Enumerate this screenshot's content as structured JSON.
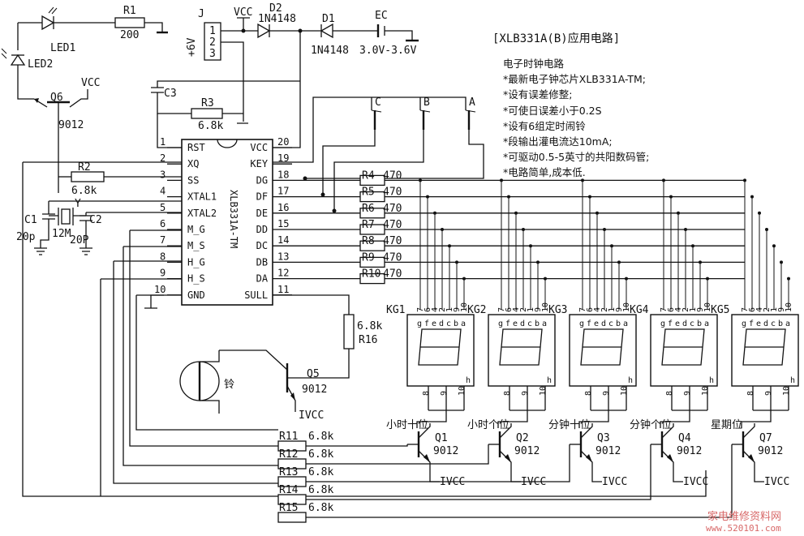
{
  "circuit_title": "[XLB331A(B)应用电路]",
  "notes": {
    "heading": "电子时钟电路",
    "bullets": [
      "*最新电子钟芯片XLB331A-TM;",
      "*设有误差修整;",
      "*可使日误差小于0.2S",
      "*设有6组定时闹铃",
      "*段输出灌电流达10mA;",
      "*可驱动0.5-5英寸的共阳数码管;",
      "*电路简单,成本低."
    ]
  },
  "chip": {
    "part": "XLB331A-TM",
    "left_pins": [
      {
        "num": "1",
        "name": "RST"
      },
      {
        "num": "2",
        "name": "XQ"
      },
      {
        "num": "3",
        "name": "SS"
      },
      {
        "num": "4",
        "name": "XTAL1"
      },
      {
        "num": "5",
        "name": "XTAL2"
      },
      {
        "num": "6",
        "name": "M_G"
      },
      {
        "num": "7",
        "name": "M_S"
      },
      {
        "num": "8",
        "name": "H_G"
      },
      {
        "num": "9",
        "name": "H_S"
      },
      {
        "num": "10",
        "name": "GND"
      }
    ],
    "right_pins": [
      {
        "num": "20",
        "name": "VCC"
      },
      {
        "num": "19",
        "name": "KEY"
      },
      {
        "num": "18",
        "name": "DG"
      },
      {
        "num": "17",
        "name": "DF"
      },
      {
        "num": "16",
        "name": "DE"
      },
      {
        "num": "15",
        "name": "DD"
      },
      {
        "num": "14",
        "name": "DC"
      },
      {
        "num": "13",
        "name": "DB"
      },
      {
        "num": "12",
        "name": "DA"
      },
      {
        "num": "11",
        "name": "SULL"
      }
    ]
  },
  "components": {
    "LED1": "LED1",
    "LED2": "LED2",
    "R1": {
      "ref": "R1",
      "value": "200"
    },
    "J": {
      "ref": "J",
      "supply": "+6V",
      "pins": [
        "1",
        "2",
        "3"
      ]
    },
    "VCC": "VCC",
    "D2": {
      "ref": "D2",
      "part": "1N4148"
    },
    "D1": {
      "ref": "D1",
      "part": "1N4148"
    },
    "EC": {
      "ref": "EC",
      "rating": "3.0V-3.6V"
    },
    "C3": "C3",
    "R3": {
      "ref": "R3",
      "value": "6.8k"
    },
    "Q6": {
      "ref": "Q6",
      "part": "9012"
    },
    "R2": {
      "ref": "R2",
      "value": "6.8k"
    },
    "C1": {
      "ref": "C1",
      "value": "20p"
    },
    "C2": {
      "ref": "C2",
      "value": "20P"
    },
    "Y": {
      "ref": "Y",
      "value": "12M"
    },
    "keys": [
      "C",
      "B",
      "A"
    ],
    "R16": {
      "ref": "R16",
      "value": "6.8k"
    },
    "Q5": {
      "ref": "Q5",
      "part": "9012"
    },
    "buzzer": "铃",
    "ivcc": "IVCC"
  },
  "segment_resistors": [
    {
      "ref": "R4",
      "value": "470"
    },
    {
      "ref": "R5",
      "value": "470"
    },
    {
      "ref": "R6",
      "value": "470"
    },
    {
      "ref": "R7",
      "value": "470"
    },
    {
      "ref": "R8",
      "value": "470"
    },
    {
      "ref": "R9",
      "value": "470"
    },
    {
      "ref": "R10",
      "value": "470"
    }
  ],
  "base_resistors": [
    {
      "ref": "R11",
      "value": "6.8k"
    },
    {
      "ref": "R12",
      "value": "6.8k"
    },
    {
      "ref": "R13",
      "value": "6.8k"
    },
    {
      "ref": "R14",
      "value": "6.8k"
    },
    {
      "ref": "R15",
      "value": "6.8k"
    }
  ],
  "displays": [
    {
      "ref": "KG1",
      "seg_pins": [
        "g",
        "f",
        "e",
        "d",
        "c",
        "b",
        "a"
      ],
      "pin_nums": [
        "7",
        "6",
        "4",
        "2",
        "1",
        "9",
        "10"
      ],
      "h": "h",
      "bottom_pins": [
        "8",
        "9",
        "10"
      ]
    },
    {
      "ref": "KG2",
      "seg_pins": [
        "g",
        "f",
        "e",
        "d",
        "c",
        "b",
        "a"
      ],
      "pin_nums": [
        "7",
        "6",
        "4",
        "2",
        "1",
        "9",
        "10"
      ],
      "h": "h",
      "bottom_pins": [
        "8",
        "9",
        "10"
      ]
    },
    {
      "ref": "KG3",
      "seg_pins": [
        "g",
        "f",
        "e",
        "d",
        "c",
        "b",
        "a"
      ],
      "pin_nums": [
        "7",
        "6",
        "4",
        "2",
        "1",
        "9",
        "10"
      ],
      "h": "h",
      "bottom_pins": [
        "8",
        "9",
        "10"
      ]
    },
    {
      "ref": "KG4",
      "seg_pins": [
        "g",
        "f",
        "e",
        "d",
        "c",
        "b",
        "a"
      ],
      "pin_nums": [
        "7",
        "6",
        "4",
        "2",
        "1",
        "9",
        "10"
      ],
      "h": "h",
      "bottom_pins": [
        "8",
        "9",
        "10"
      ]
    },
    {
      "ref": "KG5",
      "seg_pins": [
        "g",
        "f",
        "e",
        "d",
        "c",
        "b",
        "a"
      ],
      "pin_nums": [
        "7",
        "6",
        "4",
        "2",
        "1",
        "9",
        "10"
      ],
      "h": "h",
      "bottom_pins": [
        "8",
        "9",
        "10"
      ]
    }
  ],
  "digit_drivers": [
    {
      "position": "小时十位",
      "ref": "Q1",
      "part": "9012",
      "supply": "IVCC"
    },
    {
      "position": "小时个位",
      "ref": "Q2",
      "part": "9012",
      "supply": "IVCC"
    },
    {
      "position": "分钟十位",
      "ref": "Q3",
      "part": "9012",
      "supply": "IVCC"
    },
    {
      "position": "分钟个位",
      "ref": "Q4",
      "part": "9012",
      "supply": "IVCC"
    },
    {
      "position": "星期位",
      "ref": "Q7",
      "part": "9012",
      "supply": "IVCC"
    }
  ],
  "watermark": {
    "line1": "家电维修资料网",
    "line2": "www.520101.com"
  }
}
